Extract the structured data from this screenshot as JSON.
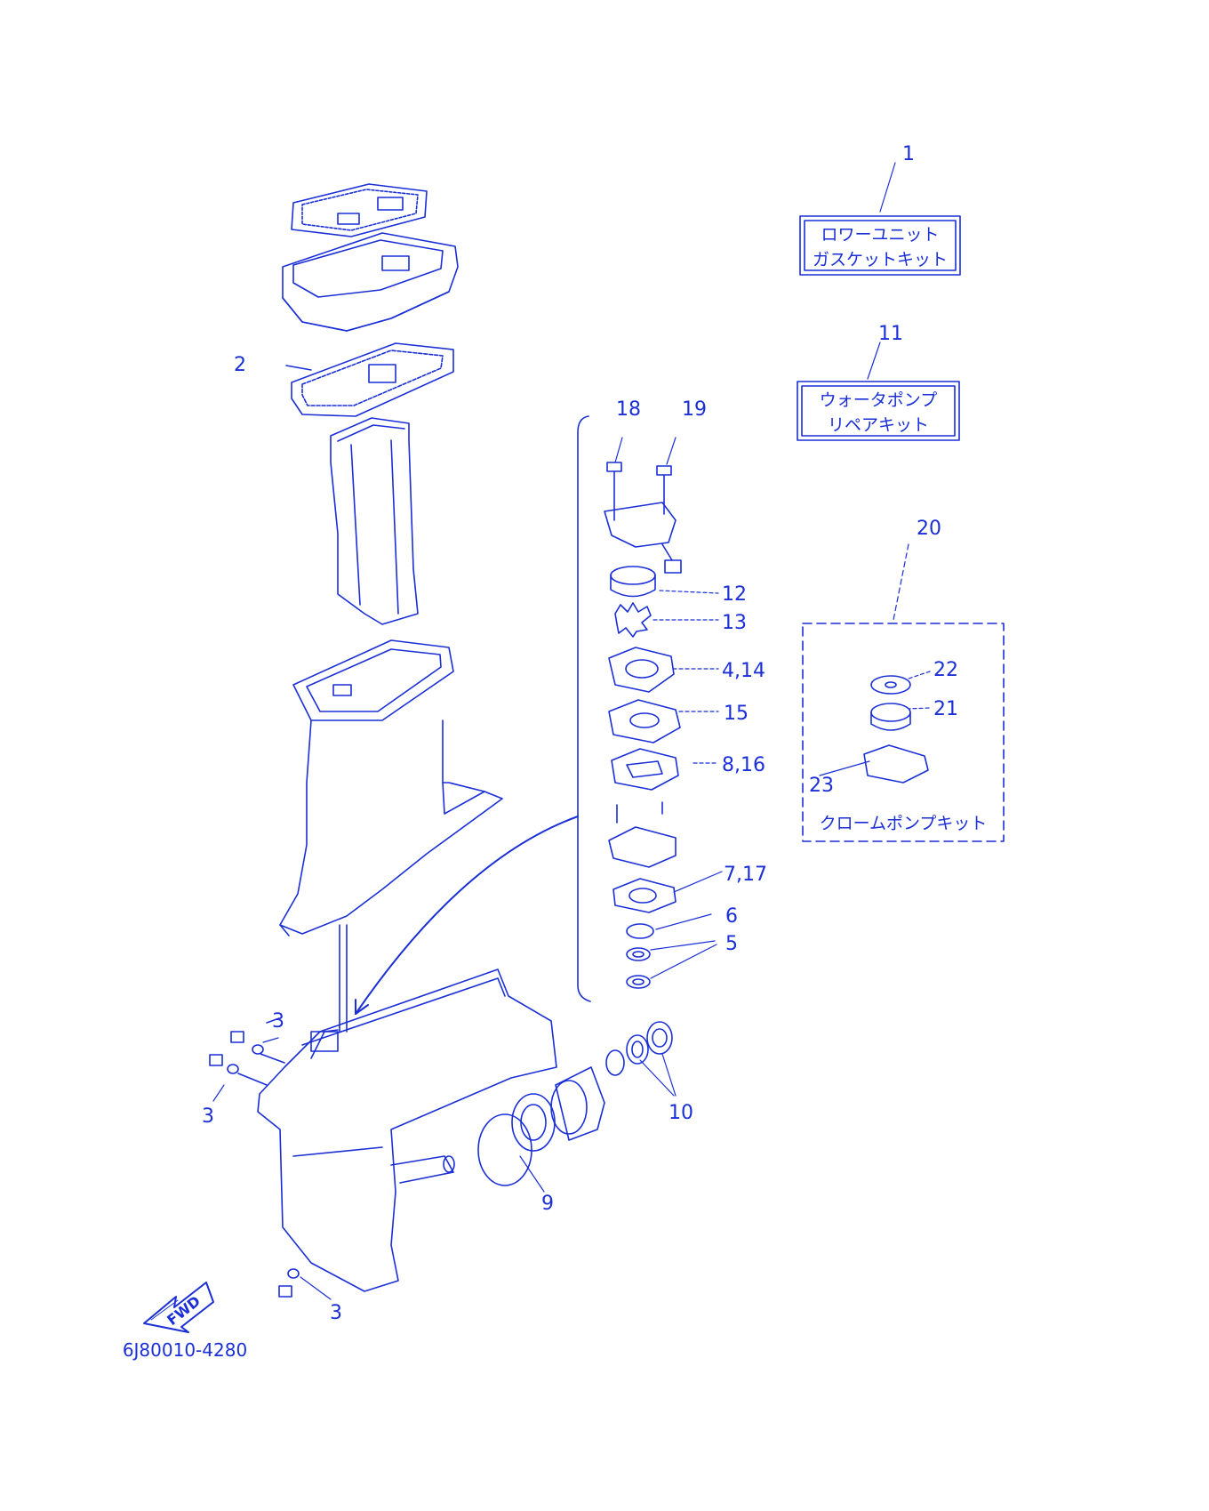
{
  "diagram": {
    "ink_color": "#1a2fd6",
    "background": "#ffffff",
    "kits": {
      "gasket_kit": {
        "number": "1",
        "line1": "ロワーユニット",
        "line2": "ガスケットキット"
      },
      "water_pump_kit": {
        "number": "11",
        "line1": "ウォータポンプ",
        "line2": "リペアキット"
      },
      "chrome_pump_kit": {
        "number": "20",
        "label": "クロームポンプキット"
      }
    },
    "callouts": {
      "c2": "2",
      "c3a": "3",
      "c3b": "3",
      "c3c": "3",
      "c4_14": "4,14",
      "c5": "5",
      "c6": "6",
      "c7_17": "7,17",
      "c8_16": "8,16",
      "c9": "9",
      "c10": "10",
      "c12": "12",
      "c13": "13",
      "c15": "15",
      "c18": "18",
      "c19": "19",
      "c21": "21",
      "c22": "22",
      "c23": "23"
    },
    "direction_label": "FWD",
    "diagram_code": "6J80010-4280"
  }
}
